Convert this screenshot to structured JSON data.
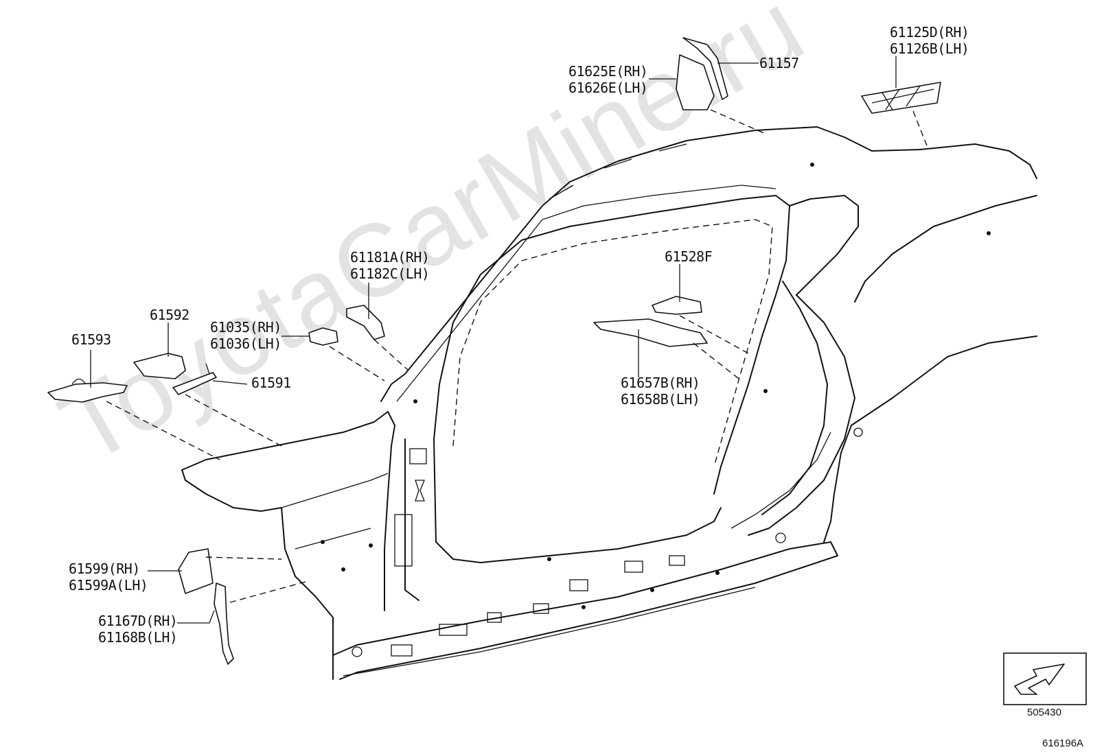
{
  "watermark": "ToyotaCarMine.ru",
  "parts": {
    "p61125": [
      "61125D(RH)",
      "61126B(LH)"
    ],
    "p61157": [
      "61157"
    ],
    "p61625": [
      "61625E(RH)",
      "61626E(LH)"
    ],
    "p61181": [
      "61181A(RH)",
      "61182C(LH)"
    ],
    "p61528": [
      "61528F"
    ],
    "p61592": [
      "61592"
    ],
    "p61593": [
      "61593"
    ],
    "p61035": [
      "61035(RH)",
      "61036(LH)"
    ],
    "p61591": [
      "61591"
    ],
    "p61657": [
      "61657B(RH)",
      "61658B(LH)"
    ],
    "p61599": [
      "61599(RH)",
      "61599A(LH)"
    ],
    "p61167": [
      "61167D(RH)",
      "61168B(LH)"
    ]
  },
  "ref_box_code": "505430",
  "drawing_code": "616196A"
}
